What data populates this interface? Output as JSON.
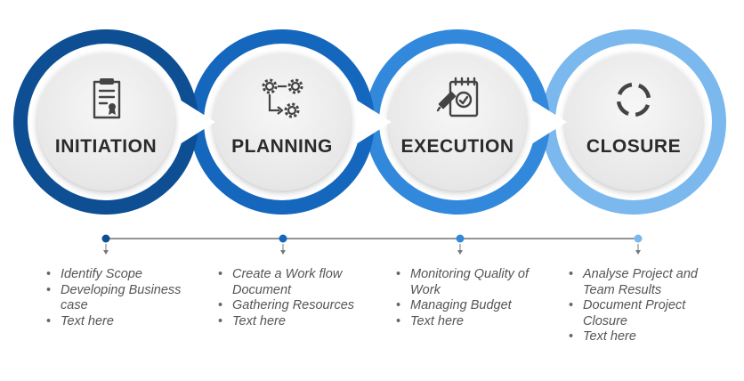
{
  "stages": [
    {
      "label": "INITIATION",
      "icon": "clipboard-certificate-icon",
      "ring_color": "#0d4f92",
      "items": [
        "Identify Scope",
        "Developing Business case",
        "Text here"
      ]
    },
    {
      "label": "PLANNING",
      "icon": "gears-flow-icon",
      "ring_color": "#1566bd",
      "items": [
        "Create a Work flow Document",
        "Gathering Resources",
        "Text here"
      ]
    },
    {
      "label": "EXECUTION",
      "icon": "notepad-gauge-icon",
      "ring_color": "#3289dc",
      "items": [
        "Monitoring Quality of Work",
        "Managing Budget",
        "Text here"
      ]
    },
    {
      "label": "CLOSURE",
      "icon": "dashed-circle-icon",
      "ring_color": "#7ab8ee",
      "items": [
        "Analyse Project and Team Results",
        "Document Project Closure",
        "Text here"
      ]
    }
  ],
  "colors": {
    "inner_face": "#eeeeee",
    "timeline": "#555555",
    "icon": "#444444"
  }
}
